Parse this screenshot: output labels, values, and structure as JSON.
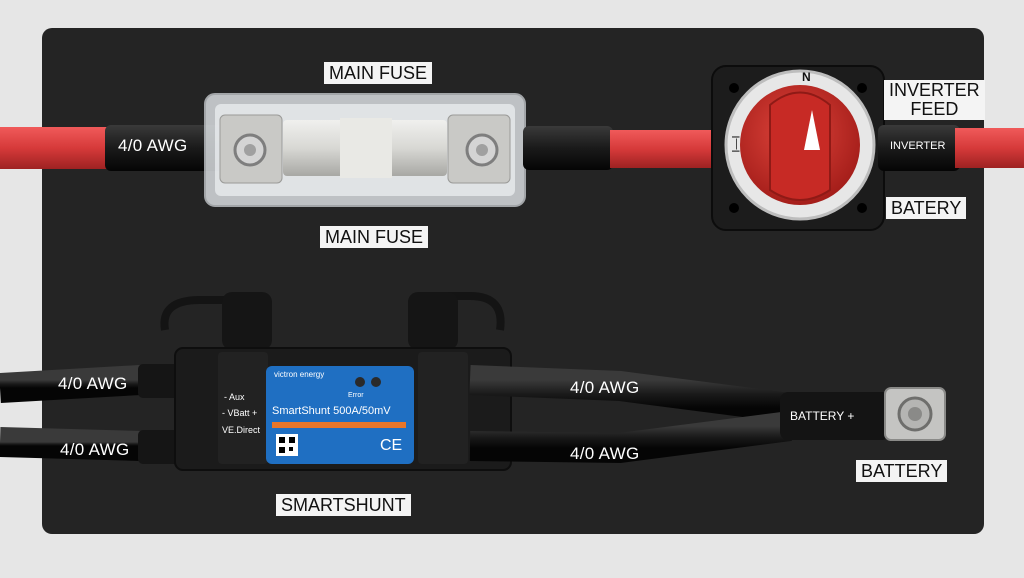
{
  "labels": {
    "main_fuse_top": "MAIN FUSE",
    "main_fuse_bottom": "MAIN FUSE",
    "inverter_feed_line1": "INVERTER",
    "inverter_feed_line2": "FEED",
    "batery": "BATERY",
    "smartshunt": "SMARTSHUNT",
    "battery": "BATTERY"
  },
  "cable_marks": {
    "awg_top_left": "4/0 AWG",
    "awg_mid_left": "4/0 AWG",
    "awg_low_left": "4/0 AWG",
    "awg_mid_right": "4/0 AWG",
    "awg_low_right": "4/0 AWG",
    "inverter": "INVERTER",
    "battery_plus": "BATTERY +"
  },
  "switch": {
    "n_mark": "N",
    "side_mark": "I—I"
  },
  "shunt": {
    "brand": "victron energy",
    "model": "SmartShunt 500A/50mV",
    "ce": "CE",
    "aux": "- Aux",
    "vbatt": "- VBatt +",
    "vedirect": "VE.Direct",
    "error": "Error"
  },
  "colors": {
    "panel": "#242424",
    "cable_red": "#d63a3a",
    "cable_black": "#181818",
    "switch_red": "#c72a25",
    "shunt_blue": "#1f6fc2",
    "shunt_orange": "#e8762a"
  }
}
